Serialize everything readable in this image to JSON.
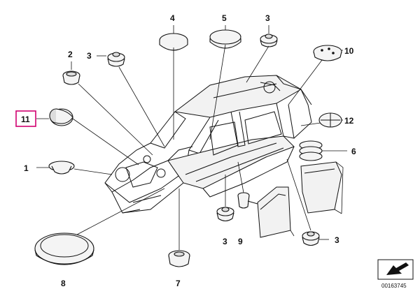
{
  "diagram": {
    "callouts": [
      {
        "id": "c4",
        "text": "4"
      },
      {
        "id": "c5",
        "text": "5"
      },
      {
        "id": "c3a",
        "text": "3"
      },
      {
        "id": "c2",
        "text": "2"
      },
      {
        "id": "c3b",
        "text": "3"
      },
      {
        "id": "c10",
        "text": "10"
      },
      {
        "id": "c11",
        "text": "11"
      },
      {
        "id": "c12",
        "text": "12"
      },
      {
        "id": "c6",
        "text": "6"
      },
      {
        "id": "c1",
        "text": "1"
      },
      {
        "id": "c3c",
        "text": "3"
      },
      {
        "id": "c9",
        "text": "9"
      },
      {
        "id": "c3d",
        "text": "3"
      },
      {
        "id": "c8",
        "text": "8"
      },
      {
        "id": "c7",
        "text": "7"
      }
    ],
    "selected_callout": "11",
    "reference_number": "00163745",
    "colors": {
      "highlight": "#d0006f",
      "line": "#111111",
      "part_fill": "#f4f4f4"
    },
    "icons": {
      "direction": "arrow-icon"
    }
  }
}
